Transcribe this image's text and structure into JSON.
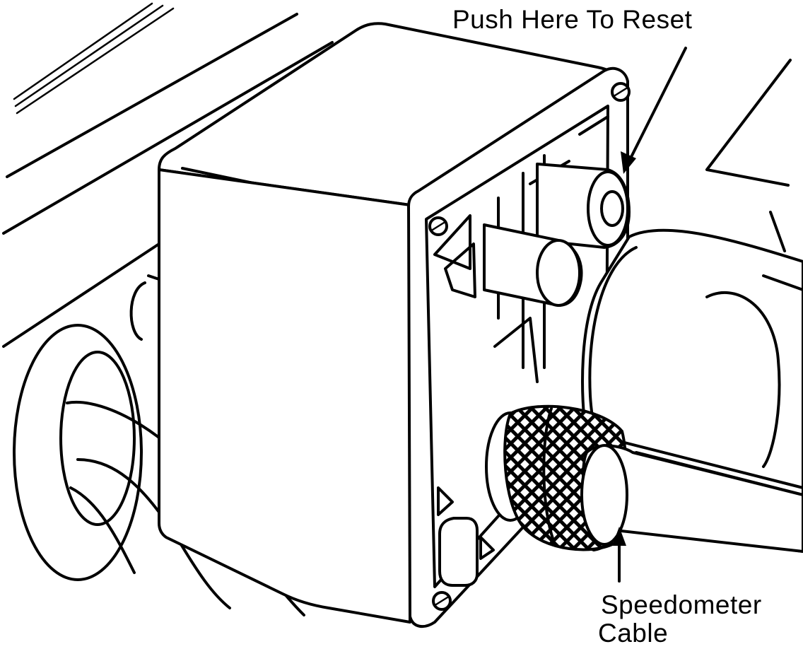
{
  "labels": {
    "reset": "Push Here To Reset",
    "cable_line1": "Speedometer",
    "cable_line2": "Cable"
  },
  "colors": {
    "ink": "#000000",
    "paper": "#ffffff"
  }
}
